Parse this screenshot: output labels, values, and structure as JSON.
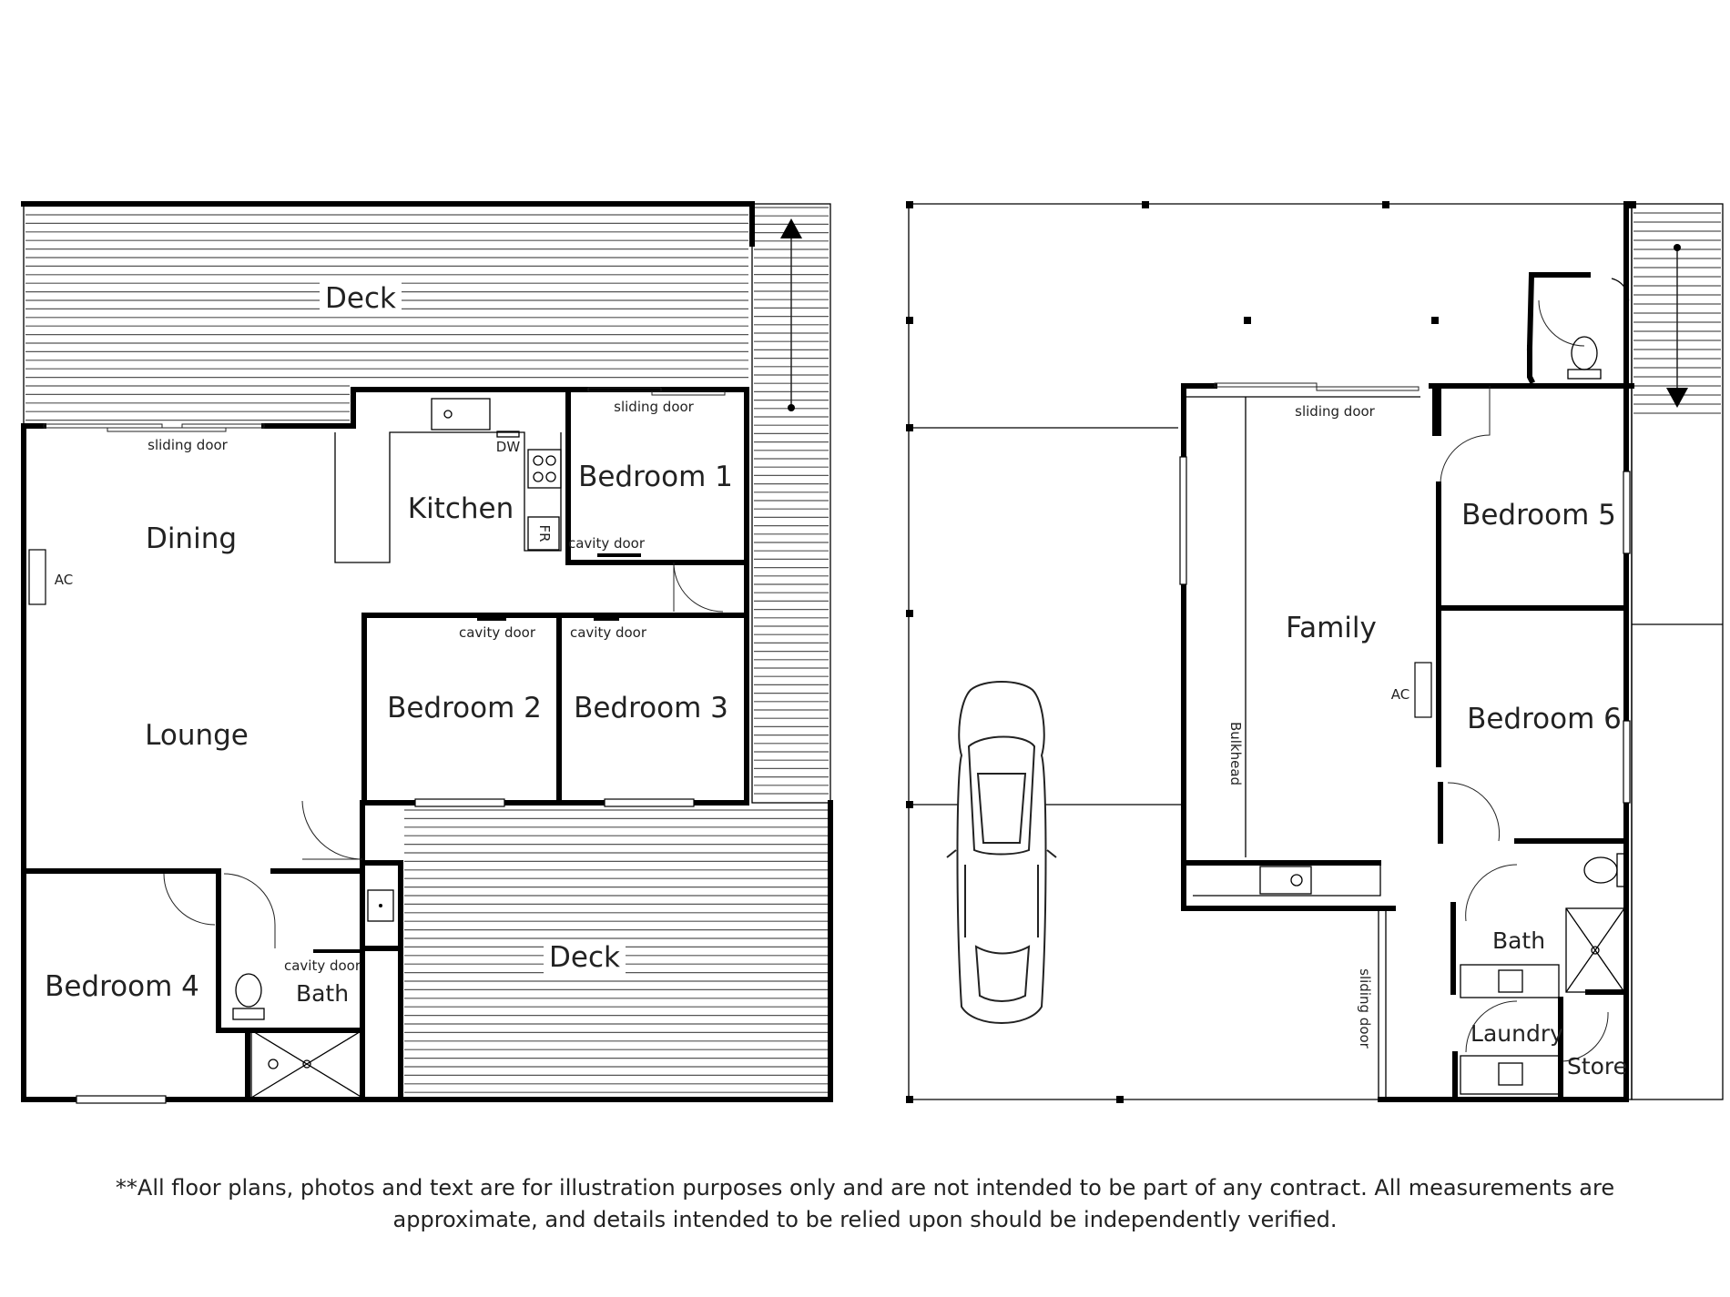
{
  "ground_floor": {
    "rooms": {
      "deck_top": "Deck",
      "deck_bottom": "Deck",
      "dining": "Dining",
      "lounge": "Lounge",
      "kitchen": "Kitchen",
      "bedroom1": "Bedroom 1",
      "bedroom2": "Bedroom 2",
      "bedroom3": "Bedroom 3",
      "bedroom4": "Bedroom 4",
      "bath": "Bath"
    },
    "notes": {
      "sliding_door_dining": "sliding door",
      "sliding_door_bed1": "sliding door",
      "dw": "DW",
      "fr": "FR",
      "ac": "AC",
      "cavity_door_bed1": "cavity door",
      "cavity_door_bed2": "cavity door",
      "cavity_door_bed3": "cavity door",
      "cavity_door_bath": "cavity door"
    }
  },
  "lower_floor": {
    "rooms": {
      "family": "Family",
      "bedroom5": "Bedroom 5",
      "bedroom6": "Bedroom 6",
      "bath": "Bath",
      "laundry": "Laundry",
      "store": "Store"
    },
    "notes": {
      "sliding_door_top": "sliding door",
      "sliding_door_side": "sliding door",
      "bulkhead": "Bulkhead",
      "ac": "AC"
    }
  },
  "disclaimer": {
    "line1": "**All floor plans, photos and text are for illustration purposes only and are not intended to be part of any contract. All measurements are",
    "line2": "approximate, and details intended to be relied upon should be independently verified."
  },
  "icons": [
    "stair-arrow-up-icon",
    "stair-arrow-down-icon",
    "car-icon",
    "toilet-icon",
    "shower-icon",
    "sink-icon",
    "cooktop-icon"
  ]
}
